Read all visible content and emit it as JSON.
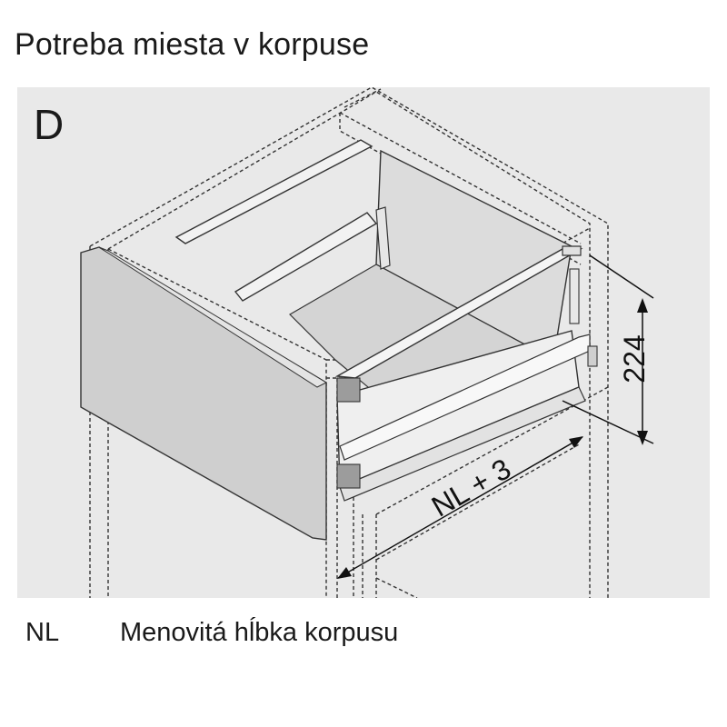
{
  "title": "Potreba miesta v korpuse",
  "diagram": {
    "variant_label": "D",
    "dim_height": "224",
    "dim_depth": "NL + 3"
  },
  "legend": {
    "abbr": "NL",
    "description": "Menovitá hĺbka korpusu"
  },
  "colors": {
    "panel_bg": "#e9e9e9",
    "front_fill": "#cfcfcf",
    "inner_fill": "#dcdcdc",
    "line": "#222222"
  }
}
